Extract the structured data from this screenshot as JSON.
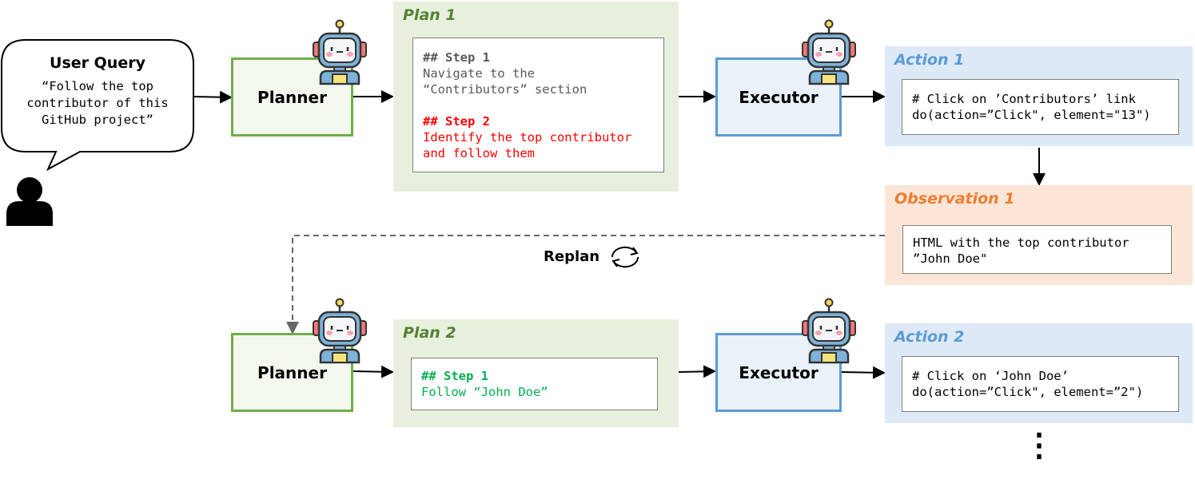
{
  "user_query": {
    "title": "User Query",
    "text": "“Follow the top\ncontributor of this\nGitHub project”"
  },
  "planner_label": "Planner",
  "executor_label": "Executor",
  "plan1": {
    "title": "Plan 1",
    "step1_head": "## Step 1",
    "step1_text": "Navigate to the\n“Contributors” section",
    "step2_head": "## Step 2",
    "step2_text": "Identify the top contributor\nand follow them"
  },
  "action1": {
    "title": "Action 1",
    "code": "# Click on ’Contributors’ link\ndo(action=”Click\", element=\"13\")"
  },
  "observation1": {
    "title": "Observation 1",
    "text": "HTML with the top contributor\n”John Doe\""
  },
  "replan": "Replan",
  "plan2": {
    "title": "Plan 2",
    "step1_head": "## Step 1",
    "step1_text": "Follow “John Doe”"
  },
  "action2": {
    "title": "Action 2",
    "code": "# Click on ‘John Doe’\ndo(action=”Click\", element=”2\")"
  },
  "ellipsis": "⋮",
  "colors": {
    "planner": "#70ad47",
    "executor": "#5b9bd5",
    "plan_bg": "#e6f0dc",
    "action_bg": "#dde9f6",
    "observation_bg": "#fbe5d6",
    "plan_title": "#548235",
    "action_title": "#5b9bd5",
    "observation_title": "#ed7d31",
    "step_done": "#595959",
    "step_current": "#ff0000",
    "step_next": "#00b050"
  }
}
